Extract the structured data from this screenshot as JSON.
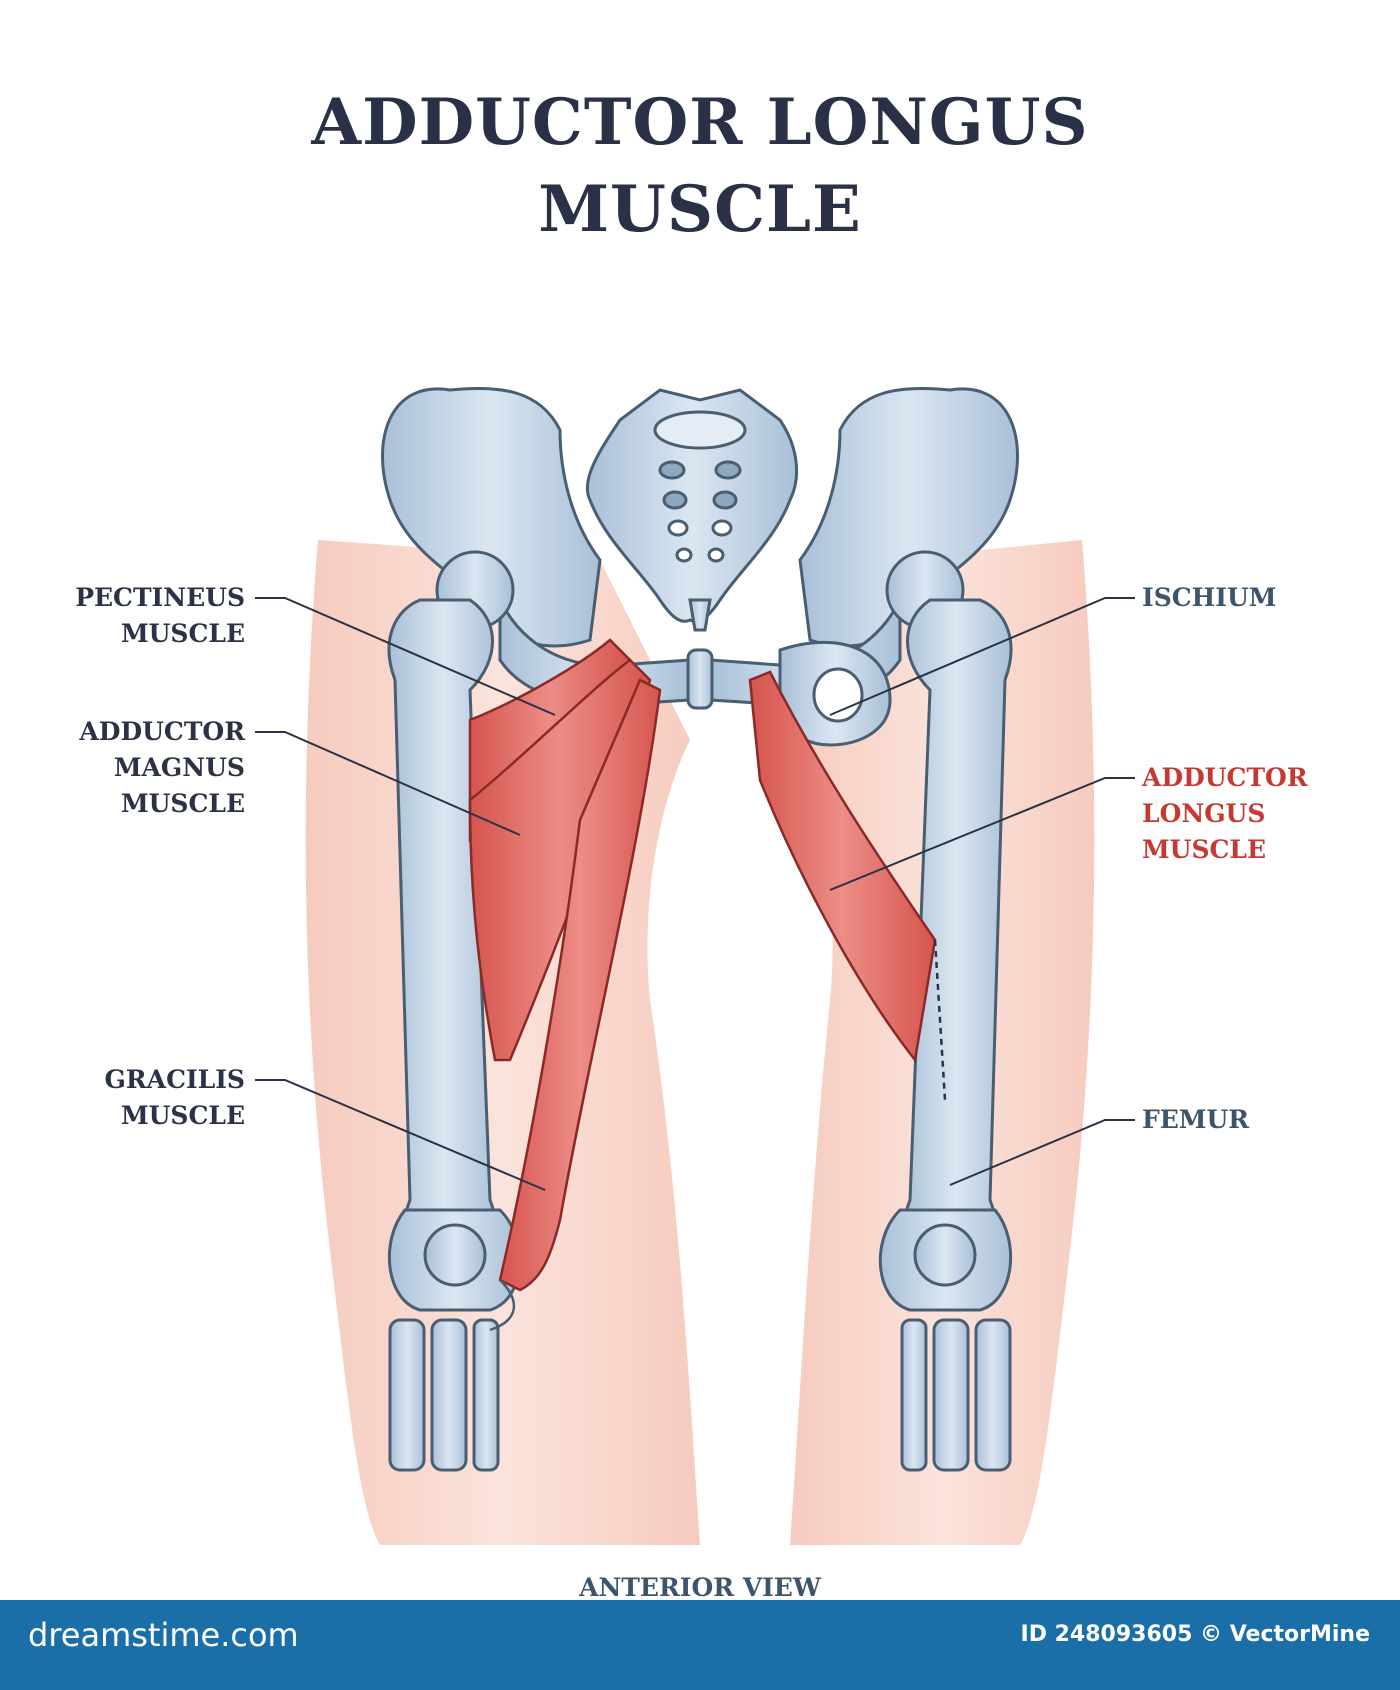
{
  "title": {
    "line1": "ADDUCTOR LONGUS",
    "line2": "MUSCLE"
  },
  "labels": {
    "pectineus": [
      "PECTINEUS",
      "MUSCLE"
    ],
    "adductor_magnus": [
      "ADDUCTOR",
      "MAGNUS",
      "MUSCLE"
    ],
    "gracilis": [
      "GRACILIS",
      "MUSCLE"
    ],
    "ischium": [
      "ISCHIUM"
    ],
    "adductor_longus": [
      "ADDUCTOR",
      "LONGUS",
      "MUSCLE"
    ],
    "femur": [
      "FEMUR"
    ]
  },
  "view_caption": "ANTERIOR VIEW",
  "footer": {
    "brand": "dreamstime.com",
    "id_text": "ID 248093605 © VectorMine"
  },
  "colors": {
    "bone": "#b9cde0",
    "bone_outline": "#4a5e72",
    "muscle": "#e0706a",
    "skin": "#f8d8cf",
    "title": "#2a3147",
    "accent": "#c43a32",
    "footer": "#1a6fa9"
  }
}
